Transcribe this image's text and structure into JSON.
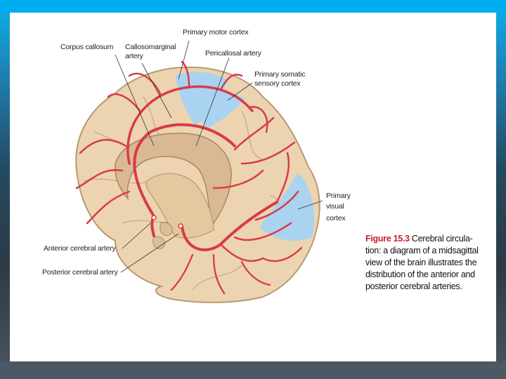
{
  "labels": {
    "corpus_callosum": "Corpus callosum",
    "callosomarginal_1": "Callosomarginal",
    "callosomarginal_2": "artery",
    "primary_motor": "Primary motor cortex",
    "pericallosal": "Pericallosal artery",
    "somatic_1": "Primary somatic",
    "somatic_2": "sensory cortex",
    "visual_1": "Primary",
    "visual_2": "visual",
    "visual_3": "cortex",
    "anterior": "Anterior cerebral artery",
    "posterior": "Posterior cerebral artery"
  },
  "caption": {
    "figure": "Figure 15.3",
    "line1": "Cerebral circula-",
    "line2": "tion: a diagram of a midsagittal",
    "line3": "view of the brain illustrates the",
    "line4": "distribution of the anterior and",
    "line5": "posterior cerebral arteries."
  },
  "colors": {
    "brain_fill": "#ecd4b0",
    "brain_outline": "#b89870",
    "artery": "#d83a48",
    "cortex_highlight": "#a9d3f0",
    "accent_bar": "#00aeef"
  }
}
